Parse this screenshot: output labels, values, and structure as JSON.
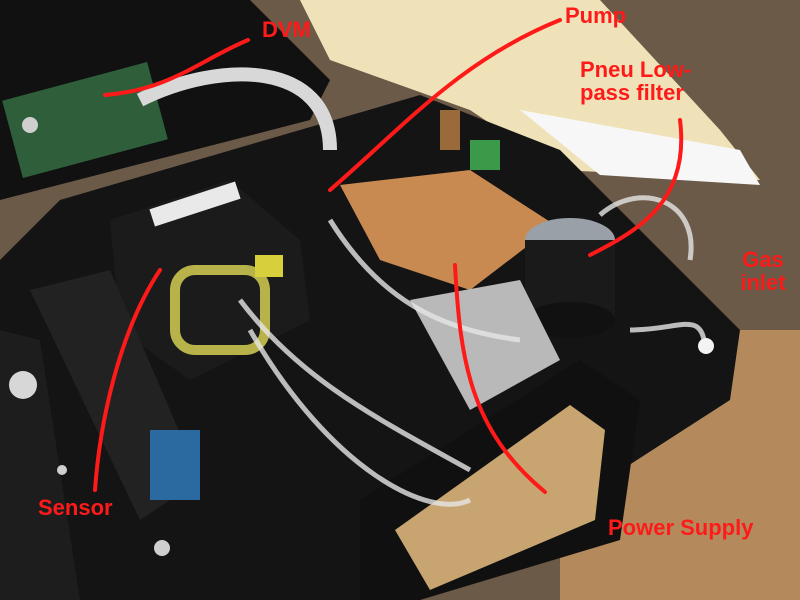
{
  "labels": {
    "dvm": "DVM",
    "pump": "Pump",
    "filter_line1": "Pneu Low-",
    "filter_line2": "pass filter",
    "gas_line1": "Gas",
    "gas_line2": "inlet",
    "sensor": "Sensor",
    "power_supply": "Power Supply"
  },
  "colors": {
    "annotation": "#ff1a1a",
    "case": "#141414",
    "background": "#6b5a48",
    "paper": "#efe2b8",
    "circuit_board": "#c98a52"
  }
}
